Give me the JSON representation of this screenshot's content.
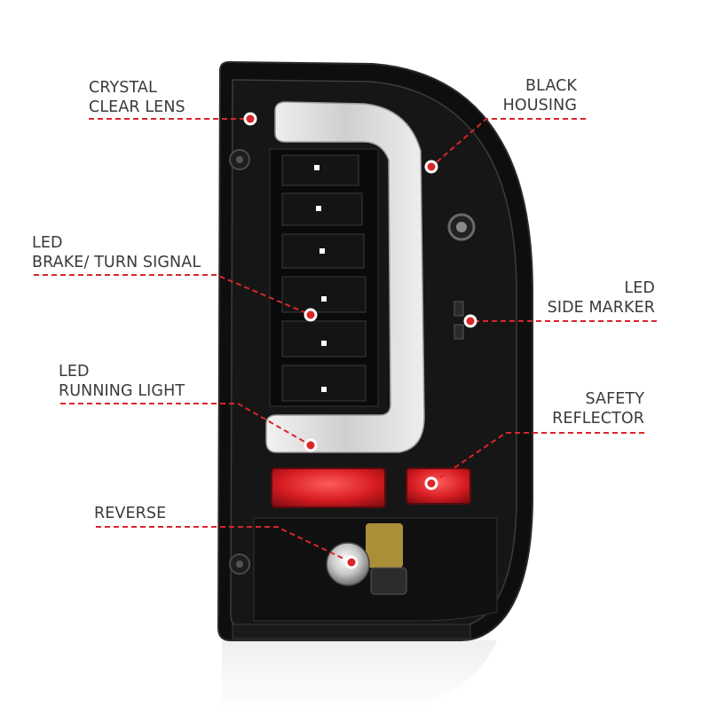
{
  "labels": {
    "crystal_clear_lens": [
      "CRYSTAL",
      "CLEAR LENS"
    ],
    "black_housing": [
      "BLACK",
      "HOUSING"
    ],
    "led_brake_turn_signal": [
      "LED",
      "BRAKE/ TURN SIGNAL"
    ],
    "led_side_marker": [
      "LED",
      "SIDE MARKER"
    ],
    "led_running_light": [
      "LED",
      "RUNNING LIGHT"
    ],
    "safety_reflector": [
      "SAFETY",
      "REFLECTOR"
    ],
    "reverse": [
      "REVERSE"
    ]
  },
  "colors": {
    "callout": "#d9262a",
    "housing": "#121212",
    "text": "#3a3a3a",
    "reflector": "#c8141c"
  }
}
